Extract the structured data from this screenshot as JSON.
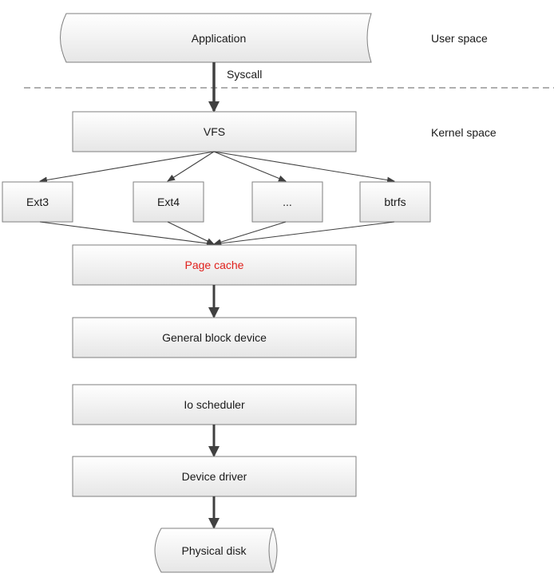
{
  "side_labels": {
    "user_space": "User space",
    "kernel_space": "Kernel space"
  },
  "syscall": "Syscall",
  "nodes": {
    "application": "Application",
    "vfs": "VFS",
    "ext3": "Ext3",
    "ext4": "Ext4",
    "ellipsis": "...",
    "btrfs": "btrfs",
    "page_cache": "Page cache",
    "general_block_device": "General block device",
    "io_scheduler": "Io scheduler",
    "device_driver": "Device driver",
    "physical_disk": "Physical disk"
  },
  "colors": {
    "box_fill_top": "#ffffff",
    "box_fill_bottom": "#e9e9e9",
    "stroke": "#7f7f7f",
    "arrow": "#404040",
    "highlight_text": "#e0201c"
  }
}
